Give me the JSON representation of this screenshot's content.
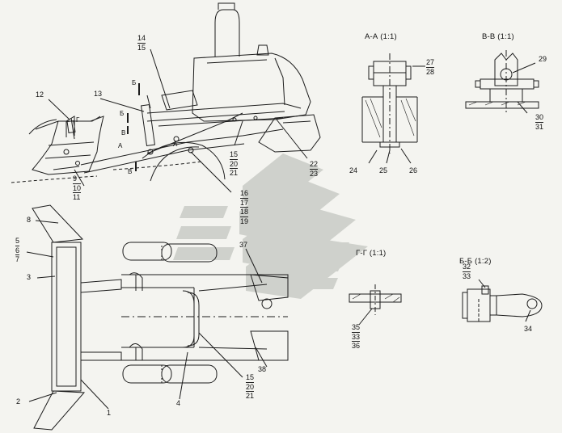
{
  "sections": {
    "aa": "А-А (1:1)",
    "vv": "В-В (1:1)",
    "gg": "Г-Г (1:1)",
    "bb": "Б-Б (1:2)"
  },
  "cut_marks": {
    "b": "Б",
    "v": "В",
    "a": "А",
    "g": "Г"
  },
  "callouts": {
    "c1": "1",
    "c2": "2",
    "c3": "3",
    "c4": "4",
    "c8": "8",
    "c12": "12",
    "c13": "13",
    "c14": "14",
    "c15": "15",
    "c22": "22",
    "c23": "23",
    "c24": "24",
    "c25": "25",
    "c26": "26",
    "c27": "27",
    "c28": "28",
    "c29": "29",
    "c30": "30",
    "c31": "31",
    "c32": "32",
    "c33": "33",
    "c34": "34",
    "c35": "35",
    "c36": "36",
    "c37": "37",
    "c38": "38",
    "s567": [
      "5",
      "6",
      "7"
    ],
    "s91011": [
      "9",
      "10",
      "11"
    ],
    "s16": [
      "16",
      "17",
      "18",
      "19"
    ],
    "s152021a": [
      "15",
      "20",
      "21"
    ],
    "s152021b": [
      "15",
      "20",
      "21"
    ],
    "s353336": [
      "35",
      "33",
      "36"
    ],
    "s3233": [
      "32",
      "33"
    ]
  },
  "colors": {
    "line": "#1c1c1c",
    "watermark": "#c9ccc6",
    "paper": "#f4f4f0"
  }
}
